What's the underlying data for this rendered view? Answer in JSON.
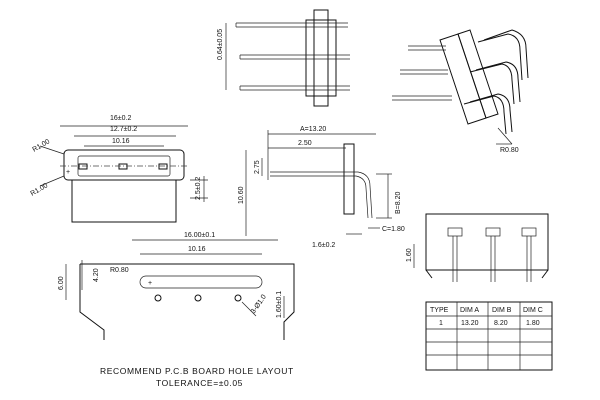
{
  "views": {
    "top": {
      "dim_pitch": "0.64±0.05"
    },
    "iso": {
      "radius": "R0.80"
    },
    "front": {
      "width_overall": "16±0.2",
      "width_inner": "12.7±0.2",
      "pitch": "10.16",
      "radius_top": "R1.00",
      "radius_bottom": "R1.00",
      "height": "2.5±0.2"
    },
    "side": {
      "dim_a": "A=13.20",
      "dim_250": "2.50",
      "dim_275": "2.75",
      "dim_1060": "10.60",
      "dim_b": "B=8.20",
      "dim_c": "C=1.80",
      "dim_16": "1.6±0.2"
    },
    "right_small": {
      "dim_160": "1.60"
    },
    "pcb": {
      "width": "16.00±0.1",
      "pitch": "10.16",
      "radius": "R0.80",
      "dim_600": "6.00",
      "dim_420": "4.20",
      "hole_dia": "3-Ø1.0",
      "dim_160": "1.60±0.1"
    }
  },
  "notes": {
    "line1": "RECOMMEND P.C.B BOARD HOLE LAYOUT",
    "line2": "TOLERANCE=±0.05"
  },
  "table": {
    "headers": [
      "TYPE",
      "DIM A",
      "DIM B",
      "DIM C"
    ],
    "rows": [
      [
        "1",
        "13.20",
        "8.20",
        "1.80"
      ]
    ]
  }
}
